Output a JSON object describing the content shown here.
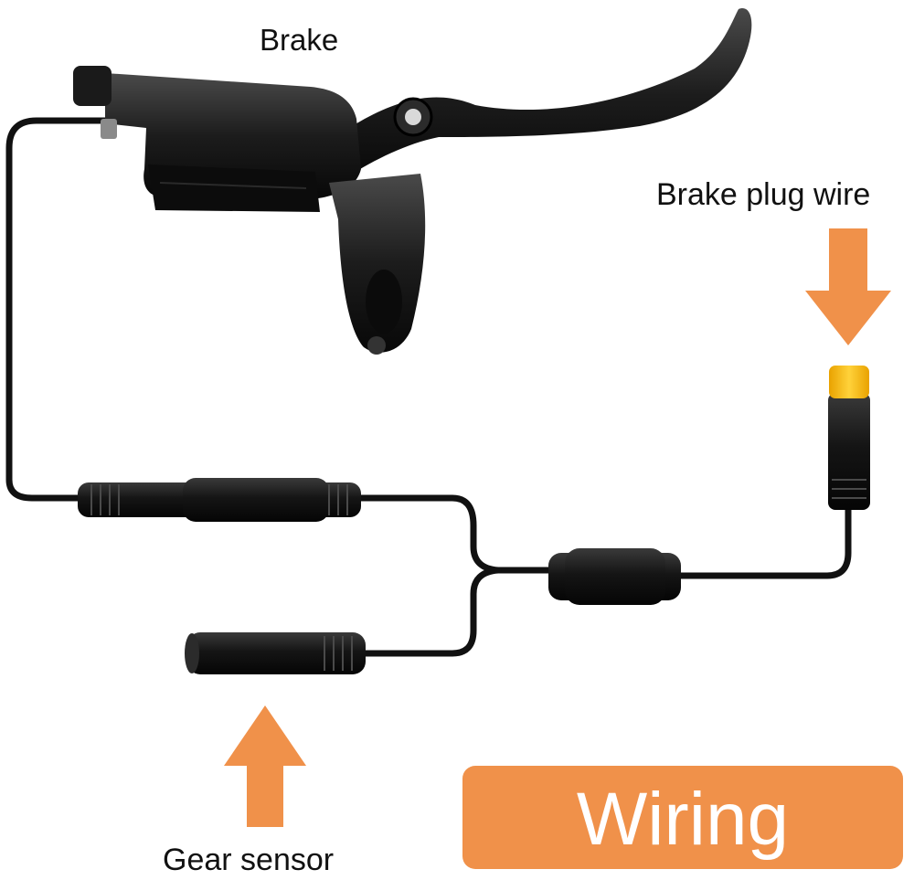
{
  "labels": {
    "brake": "Brake",
    "brake_plug_wire": "Brake plug wire",
    "gear_sensor": "Gear sensor",
    "wiring": "Wiring"
  },
  "icons": {
    "brake_plug_arrow": "arrow-down-icon",
    "gear_sensor_arrow": "arrow-up-icon"
  },
  "colors": {
    "accent_orange": "#F0914A",
    "cable_black": "#111111",
    "connector_yellow": "#F4B400",
    "background": "#FFFFFF"
  }
}
